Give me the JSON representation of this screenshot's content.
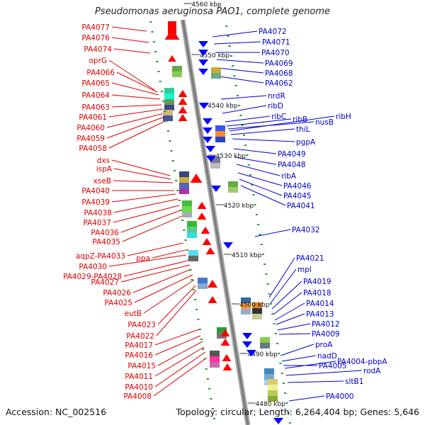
{
  "title": "Pseudomonas aeruginosa PAO1, complete genome",
  "footer": {
    "accession": "Accession: NC_002516",
    "topology": "Topology: circular; Length: 6,264,404 bp; Genes: 5,646"
  },
  "colors": {
    "forward_label": "#dd0000",
    "reverse_label": "#0000cc",
    "forward_arrow": "#ff0000",
    "reverse_arrow": "#0000ff",
    "backbone": "#888888",
    "tick": "#229922"
  },
  "scale_ticks": [
    {
      "label": "4560 kbp",
      "kbp": 4560
    },
    {
      "label": "4550 kbp",
      "kbp": 4550
    },
    {
      "label": "4540 kbp",
      "kbp": 4540
    },
    {
      "label": "4530 kbp",
      "kbp": 4530
    },
    {
      "label": "4520 kbp",
      "kbp": 4520
    },
    {
      "label": "4510 kbp",
      "kbp": 4510
    },
    {
      "label": "4500 kbp",
      "kbp": 4500
    },
    {
      "label": "4490 kbp",
      "kbp": 4490
    },
    {
      "label": "4480 kbp",
      "kbp": 4480
    }
  ],
  "forward_genes": [
    "PA4077",
    "PA4076",
    "PA4074",
    "oprG",
    "PA4066",
    "PA4065",
    "PA4064",
    "PA4063",
    "PA4061",
    "PA4060",
    "PA4059",
    "PA4058",
    "dxs",
    "ispA",
    "xseB",
    "PA4040",
    "PA4039",
    "PA4038",
    "PA4037",
    "PA4036",
    "PA4035",
    "aqpZ-PA4033",
    "ppa",
    "PA4030",
    "PA4029-PA4028",
    "PA4027",
    "PA4026",
    "PA4025",
    "eutB",
    "PA4023",
    "PA4022",
    "PA4017",
    "PA4016",
    "PA4015",
    "PA4011",
    "PA4010",
    "PA4008"
  ],
  "reverse_genes": [
    "PA4072",
    "PA4071",
    "PA4070",
    "PA4069",
    "PA4068",
    "PA4062",
    "nrdR",
    "ribD",
    "ribC",
    "ribB",
    "nusB",
    "ribH",
    "thiL",
    "pgpA",
    "PA4049",
    "PA4048",
    "ribA",
    "PA4046",
    "PA4045",
    "PA4041",
    "PA4032",
    "PA4021",
    "mpl",
    "PA4019",
    "PA4018",
    "PA4014",
    "PA4013",
    "PA4012",
    "PA4009",
    "proA",
    "nadD",
    "PA4005",
    "PA4004-pbpA",
    "rodA",
    "sltB1",
    "PA4000"
  ]
}
